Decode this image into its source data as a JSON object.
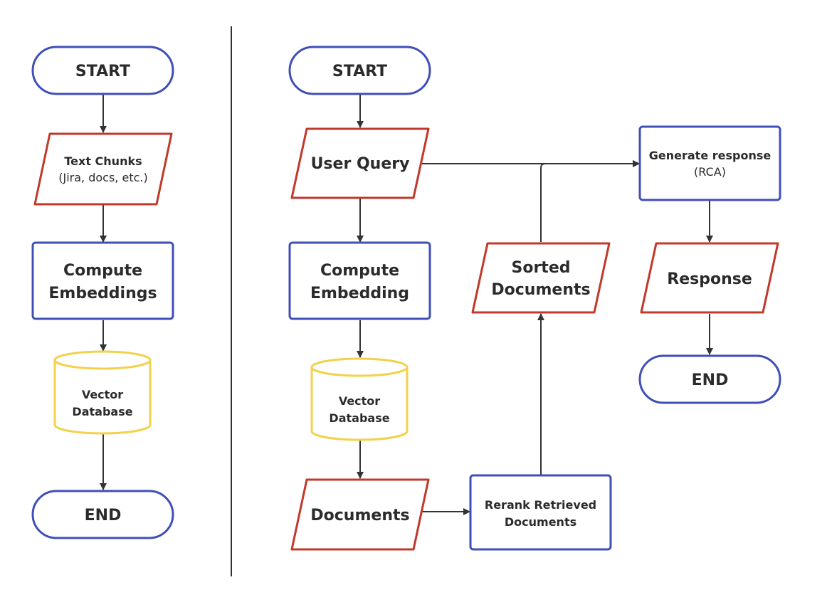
{
  "colors": {
    "process_border": "#3f4fb8",
    "io_border": "#c0392b",
    "database_border": "#f2d14b",
    "terminal_border": "#3f4fb8",
    "arrow": "#333333",
    "divider": "#333333",
    "text": "#2b2b2b"
  },
  "left_flow": {
    "start": "START",
    "text_chunks": "Text Chunks",
    "text_chunks_sub": "(Jira, docs, etc.)",
    "compute_embeddings_line1": "Compute",
    "compute_embeddings_line2": "Embeddings",
    "vector_db_line1": "Vector",
    "vector_db_line2": "Database",
    "end": "END"
  },
  "right_flow": {
    "start": "START",
    "user_query": "User Query",
    "compute_embedding_line1": "Compute",
    "compute_embedding_line2": "Embedding",
    "vector_db_line1": "Vector",
    "vector_db_line2": "Database",
    "documents": "Documents",
    "rerank_line1": "Rerank Retrieved",
    "rerank_line2": "Documents",
    "sorted_line1": "Sorted",
    "sorted_line2": "Documents",
    "generate": "Generate response",
    "generate_sub": "(RCA)",
    "response": "Response",
    "end": "END"
  }
}
